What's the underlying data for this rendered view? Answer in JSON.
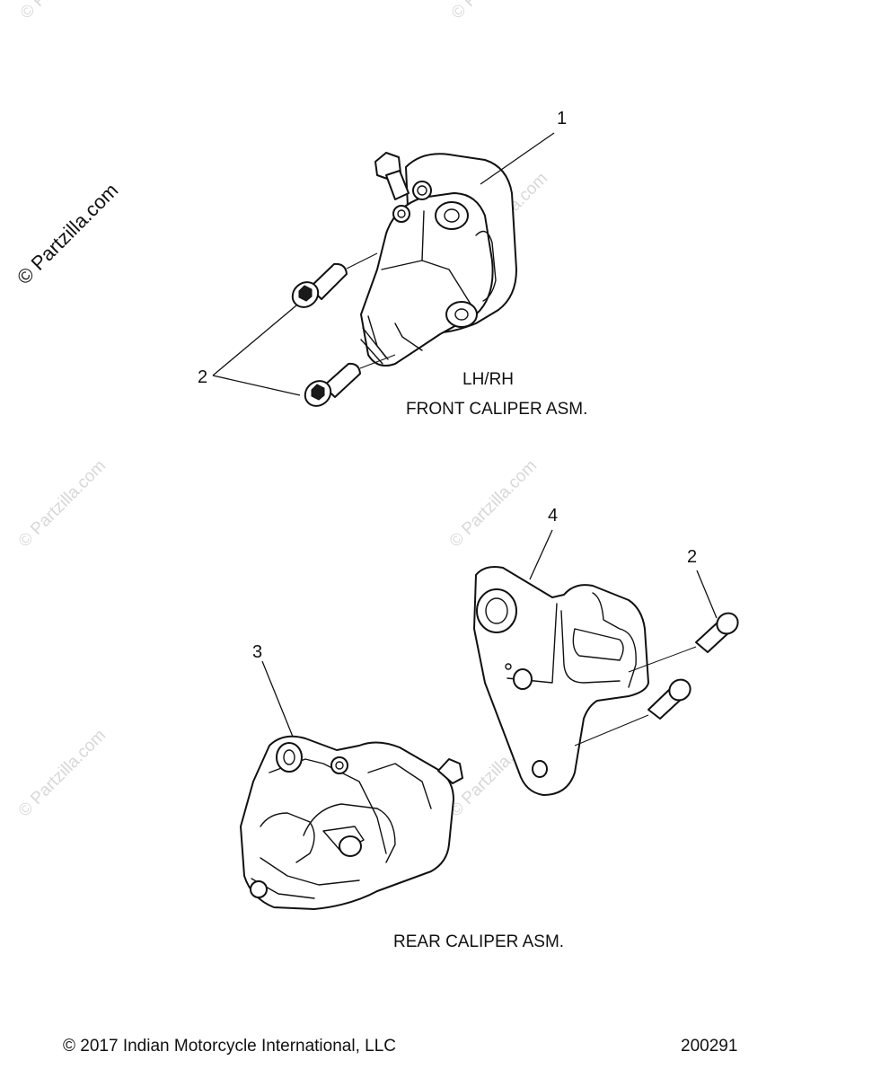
{
  "watermark": {
    "main_text": "© Partzilla.com",
    "tile_text": "© Partzilla.com"
  },
  "callouts": {
    "front_caliper": "1",
    "front_screws": "2",
    "rear_caliper": "3",
    "rear_bracket": "4",
    "rear_screws": "2"
  },
  "captions": {
    "front_line1": "LH/RH",
    "front_line2": "FRONT CALIPER ASM.",
    "rear": "REAR CALIPER ASM."
  },
  "footer": {
    "copyright": "© 2017 Indian Motorcycle International, LLC",
    "figure_number": "200291"
  }
}
